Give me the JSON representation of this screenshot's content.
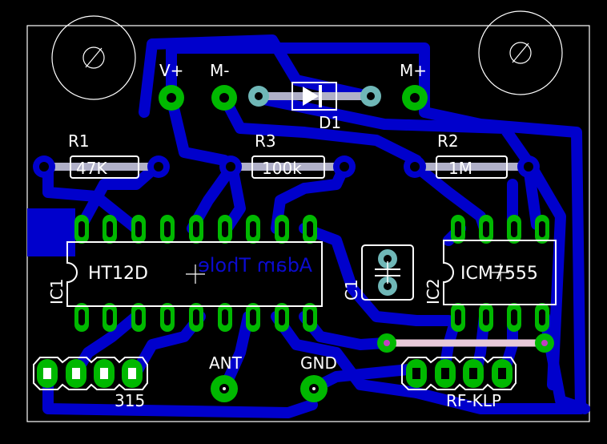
{
  "board": {
    "background": "#000000",
    "copper": "#0000cc",
    "pad": "#00b800",
    "silkscreen": "#ffffff"
  },
  "labels": {
    "vplus": "V+",
    "mminus": "M-",
    "mplus": "M+",
    "d1": "D1",
    "r1": "R1",
    "r1_value": "47K",
    "r3": "R3",
    "r3_value": "100k",
    "r2": "R2",
    "r2_value": "1M",
    "ic1_name": "HT12D",
    "ic1_ref": "IC1",
    "author_mirrored": "Adam Thole",
    "c1": "C1",
    "ic2_ref": "IC2",
    "ic2_name": "ICM7555",
    "ant": "ANT",
    "gnd": "GND",
    "conn_315": "315",
    "rf_klp": "RF-KLP"
  }
}
